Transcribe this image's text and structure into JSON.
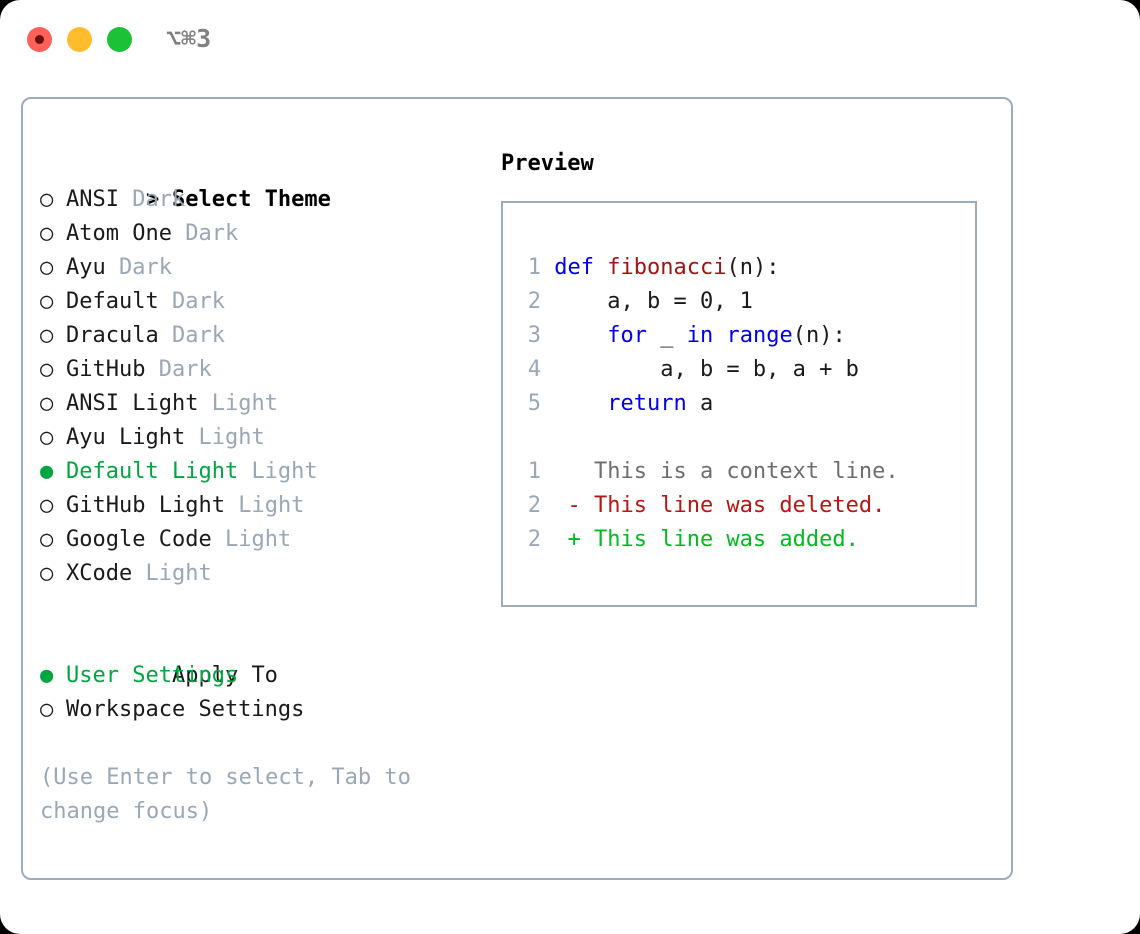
{
  "titlebar": {
    "shortcut": "⌥⌘3",
    "buttons": {
      "close": "close",
      "minimize": "minimize",
      "maximize": "maximize"
    }
  },
  "theme_picker": {
    "header_marker": ">",
    "header_label": "Select Theme",
    "items": [
      {
        "marker": "○",
        "name": "ANSI",
        "variant": "Dark",
        "selected": false
      },
      {
        "marker": "○",
        "name": "Atom One",
        "variant": "Dark",
        "selected": false
      },
      {
        "marker": "○",
        "name": "Ayu",
        "variant": "Dark",
        "selected": false
      },
      {
        "marker": "○",
        "name": "Default",
        "variant": "Dark",
        "selected": false
      },
      {
        "marker": "○",
        "name": "Dracula",
        "variant": "Dark",
        "selected": false
      },
      {
        "marker": "○",
        "name": "GitHub",
        "variant": "Dark",
        "selected": false
      },
      {
        "marker": "○",
        "name": "ANSI Light",
        "variant": "Light",
        "selected": false
      },
      {
        "marker": "○",
        "name": "Ayu Light",
        "variant": "Light",
        "selected": false
      },
      {
        "marker": "●",
        "name": "Default Light",
        "variant": "Light",
        "selected": true
      },
      {
        "marker": "○",
        "name": "GitHub Light",
        "variant": "Light",
        "selected": false
      },
      {
        "marker": "○",
        "name": "Google Code",
        "variant": "Light",
        "selected": false
      },
      {
        "marker": "○",
        "name": "XCode",
        "variant": "Light",
        "selected": false
      }
    ]
  },
  "apply_to": {
    "header_label": "Apply To",
    "options": [
      {
        "marker": "●",
        "label": "User Settings",
        "selected": true
      },
      {
        "marker": "○",
        "label": "Workspace Settings",
        "selected": false
      }
    ]
  },
  "hint": "(Use Enter to select, Tab to change focus)",
  "preview": {
    "title": "Preview",
    "code_lines": [
      {
        "no": "1",
        "tokens": [
          {
            "t": "def ",
            "c": "kw"
          },
          {
            "t": "fibonacci",
            "c": "fn"
          },
          {
            "t": "(n):",
            "c": "plain"
          }
        ]
      },
      {
        "no": "2",
        "tokens": [
          {
            "t": "    a, b = 0, 1",
            "c": "plain"
          }
        ]
      },
      {
        "no": "3",
        "tokens": [
          {
            "t": "    ",
            "c": "plain"
          },
          {
            "t": "for",
            "c": "kw"
          },
          {
            "t": " _ ",
            "c": "plain"
          },
          {
            "t": "in",
            "c": "kw"
          },
          {
            "t": " ",
            "c": "plain"
          },
          {
            "t": "range",
            "c": "kw"
          },
          {
            "t": "(n):",
            "c": "plain"
          }
        ]
      },
      {
        "no": "4",
        "tokens": [
          {
            "t": "        a, b = b, a + b",
            "c": "plain"
          }
        ]
      },
      {
        "no": "5",
        "tokens": [
          {
            "t": "    ",
            "c": "plain"
          },
          {
            "t": "return",
            "c": "kw"
          },
          {
            "t": " a",
            "c": "plain"
          }
        ]
      }
    ],
    "diff_lines": [
      {
        "no": "1",
        "sign": " ",
        "text": "This is a context line.",
        "kind": "ctx"
      },
      {
        "no": "2",
        "sign": "-",
        "text": "This line was deleted.",
        "kind": "del"
      },
      {
        "no": "2",
        "sign": "+",
        "text": "This line was added.",
        "kind": "add"
      }
    ]
  },
  "colors": {
    "accent_green": "#00a63f",
    "dim_gray": "#9aa7b4",
    "keyword_blue": "#0000ee",
    "function_red": "#a21313",
    "diff_added": "#00bb1e",
    "diff_deleted": "#bb1414",
    "border": "#9fabb8",
    "close_red": "#ff6058",
    "minimize_yellow": "#ffbd2e",
    "maximize_green": "#1dc138"
  }
}
